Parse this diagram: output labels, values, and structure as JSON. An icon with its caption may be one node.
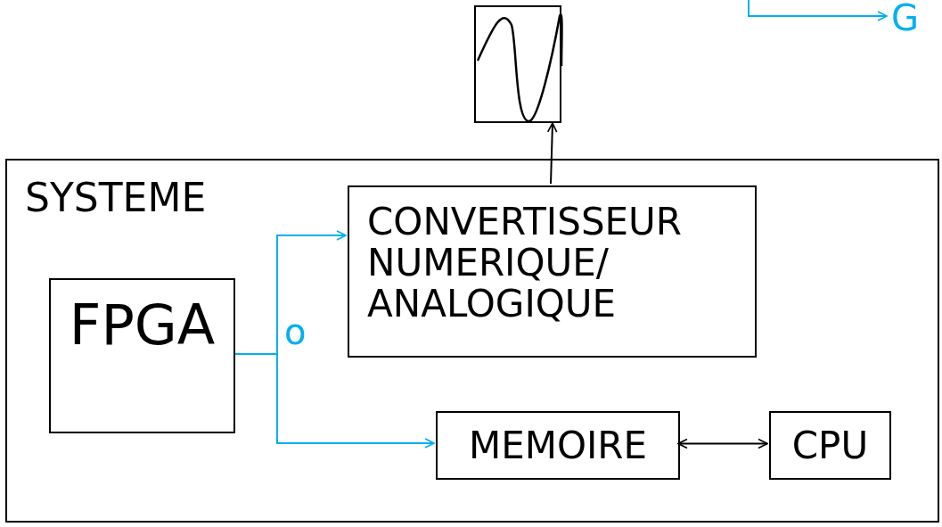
{
  "diagram": {
    "nodes": [
      {
        "text": [
          "SYSTEME"
        ]
      },
      {
        "text": [
          "FPGA"
        ],
        "in": 0
      },
      {
        "text": [
          "CONVERTISSEUR NUMERIQUE/ ANALOGIQUE"
        ],
        "in": 0
      },
      {
        "text": [
          "MEMOIRE"
        ],
        "in": 0
      },
      {
        "text": [
          "CPU"
        ],
        "in": 0
      },
      {
        "text": [],
        "shape": "picture"
      },
      {
        "text": [
          "G"
        ]
      }
    ],
    "edges": [
      {
        "from": 1,
        "to": 2,
        "arrow": "to",
        "color": "#00b0f0"
      },
      {
        "from": 1,
        "to": 3,
        "arrow": "to",
        "color": "#00b0f0"
      },
      {
        "from": 2,
        "to": 5,
        "arrow": "to",
        "color": "#000000"
      },
      {
        "from": 3,
        "to": 4,
        "arrow": "both",
        "color": "#000000"
      },
      {
        "from": null,
        "to": 6,
        "arrow": "to",
        "color": "#00b0f0"
      }
    ],
    "labels": [
      "o"
    ]
  }
}
